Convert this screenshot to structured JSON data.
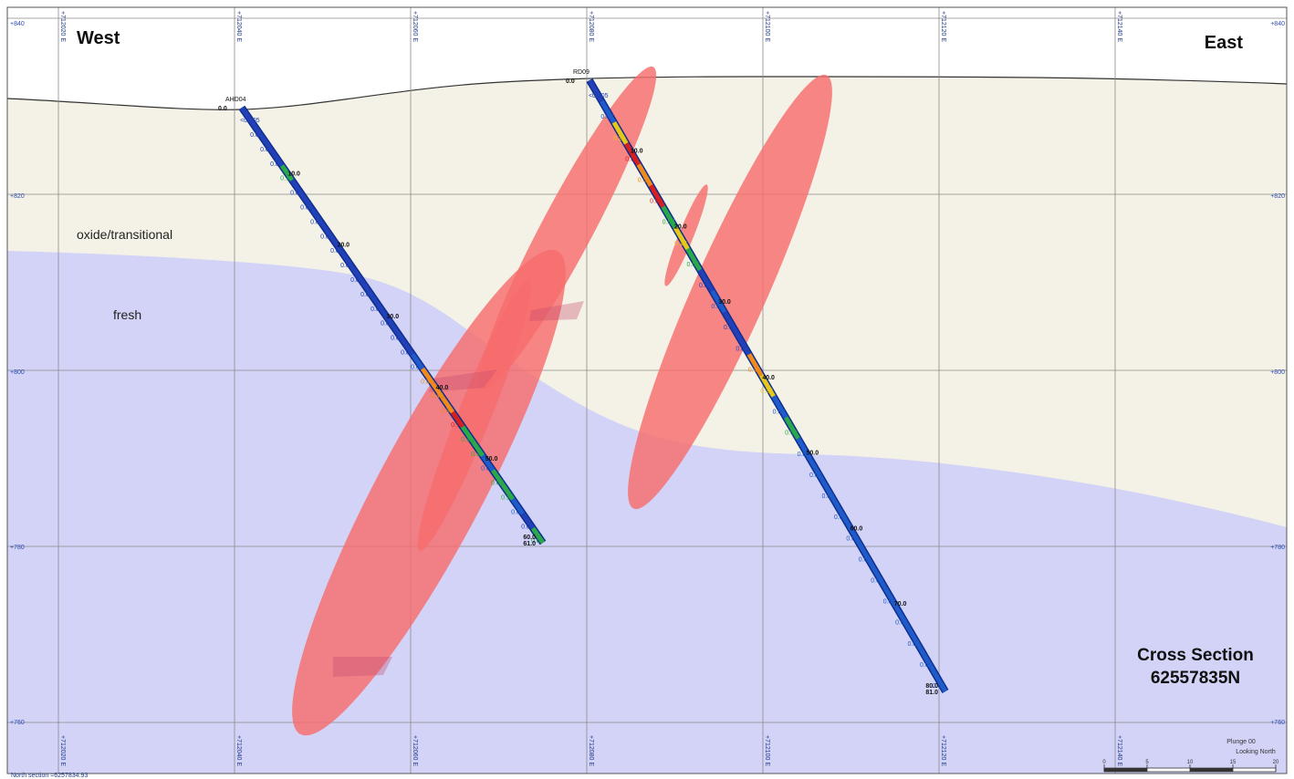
{
  "title": {
    "line1": "Cross Section",
    "line2": "62557835N"
  },
  "direction": {
    "west": "West",
    "east": "East"
  },
  "zones": {
    "oxide": "oxide/transitional",
    "fresh": "fresh"
  },
  "elevations": [
    "+840",
    "+820",
    "+800",
    "+780",
    "+760"
  ],
  "eastings": [
    "+712020 E",
    "+712040 E",
    "+712060 E",
    "+712080 E",
    "+712100 E",
    "+712120 E",
    "+712140 E"
  ],
  "footer": {
    "north_section": "North section =6257834.93"
  },
  "legend": {
    "plunge": "Plunge 00",
    "looking": "Looking North",
    "scale_ticks": [
      "0",
      "5",
      "10",
      "15",
      "20"
    ]
  },
  "holes": [
    {
      "name": "AHD04",
      "collar_label": "0.0",
      "end_labels": [
        "60.0",
        "61.0"
      ],
      "depth_labels": [
        "10.0",
        "20.0",
        "30.0",
        "40.0",
        "50.0"
      ],
      "assays": [
        "<0.005",
        "0.01",
        "0.01",
        "0.01",
        "0.14",
        "0.01",
        "0.01",
        "0.01",
        "0.01",
        "0.01",
        "0.01",
        "0.01",
        "0.01",
        "0.01",
        "0.01",
        "0.01",
        "0.01",
        "0.02",
        "0.31",
        "0.48",
        "0.31",
        "0.72",
        "0.14",
        "0.11",
        "0.03",
        "0.07",
        "0.11",
        "0.03",
        "0.01",
        "0.05"
      ]
    },
    {
      "name": "RD09",
      "collar_label": "0.0",
      "end_labels": [
        "80.0",
        "81.0"
      ],
      "depth_labels": [
        "10.0",
        "20.0",
        "30.0",
        "40.0",
        "50.0",
        "60.0",
        "70.0"
      ],
      "assays": [
        "<0.005",
        "0.02",
        "0.21",
        "0.56",
        "0.31",
        "0.93",
        "0.07",
        "0.17",
        "0.05",
        "0.01",
        "0.02",
        "0.01",
        "0.01",
        "0.44",
        "0.26",
        "0.02",
        "0.09",
        "0.02",
        "0.02",
        "0.02",
        "0.02",
        "0.02",
        "0.02",
        "0.02",
        "0.03",
        "0.02",
        "0.02",
        "0.03",
        "0.02"
      ]
    }
  ],
  "colors": {
    "oxide": "#f4f2e6",
    "fresh": "#d2d3f7",
    "ore": "#f76c6c",
    "hole": "#1d4fcf",
    "grid": "#7d7d7d"
  }
}
